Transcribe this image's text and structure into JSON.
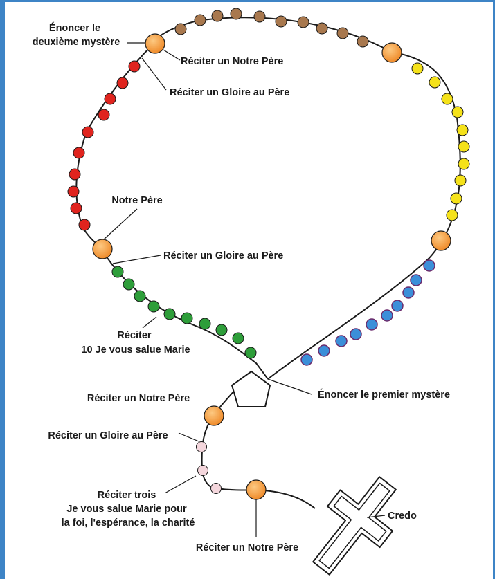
{
  "labels": {
    "second_mystery": [
      "Énoncer le",
      "deuxième mystère"
    ],
    "our_father_top": "Réciter un Notre Père",
    "glory_top": "Réciter un Gloire au Père",
    "our_father_left": "Notre Père",
    "glory_mid": "Réciter un Gloire au Père",
    "hail_mary_ten": [
      "Réciter",
      "10 Je vous salue Marie"
    ],
    "first_mystery": "Énoncer le premier mystère",
    "our_father_pendant": "Réciter un Notre Père",
    "glory_pendant": "Réciter un Gloire au Père",
    "three_hail_marys": [
      "Réciter trois",
      "Je vous salue Marie pour",
      "la foi, l'espérance, la charité"
    ],
    "credo": "Credo",
    "our_father_bottom": "Réciter un Notre Père"
  },
  "colors": {
    "frame_blue": "#3d84c6",
    "decade_brown": "#a8784e",
    "decade_yellow": "#f5e21a",
    "decade_blue": "#3b8fd9",
    "decade_red": "#e0241e",
    "decade_green": "#2e9e3a",
    "our_father_orange": "#f49a3a",
    "pendant_pink": "#f4d6dc"
  }
}
